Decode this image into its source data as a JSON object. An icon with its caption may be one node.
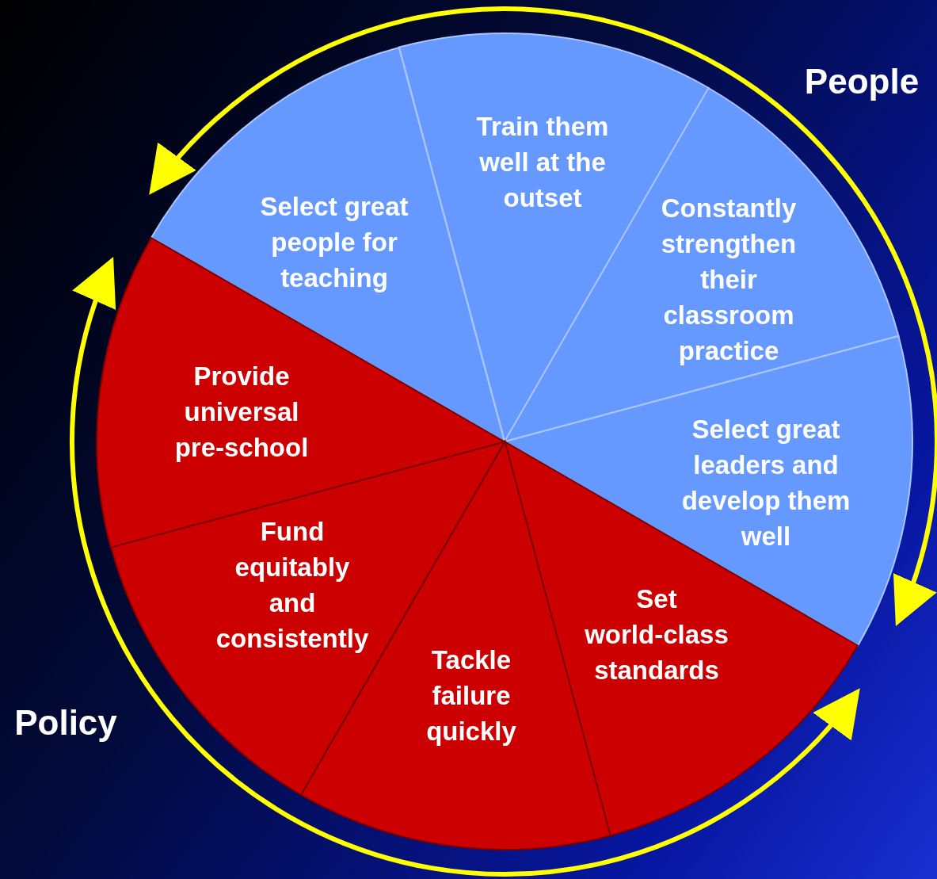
{
  "diagram": {
    "nodes": [
      {
        "text": [
          "Select great people for teaching"
        ]
      },
      {
        "text": [
          "Train them well at the outset"
        ]
      },
      {
        "text": [
          "Constantly strengthen their classroom practice"
        ]
      },
      {
        "text": [
          "Select great leaders and develop them well"
        ]
      },
      {
        "text": [
          "Set world-class standards"
        ]
      },
      {
        "text": [
          "Tackle failure quickly"
        ]
      },
      {
        "text": [
          "Fund equitably and consistently"
        ]
      },
      {
        "text": [
          "Provide universal pre-school"
        ]
      }
    ],
    "edges": [
      {
        "from": 0,
        "to": 3,
        "arrow": "both"
      },
      {
        "from": 4,
        "to": 7,
        "arrow": "both"
      }
    ],
    "labels": [
      "People",
      "Policy"
    ]
  }
}
